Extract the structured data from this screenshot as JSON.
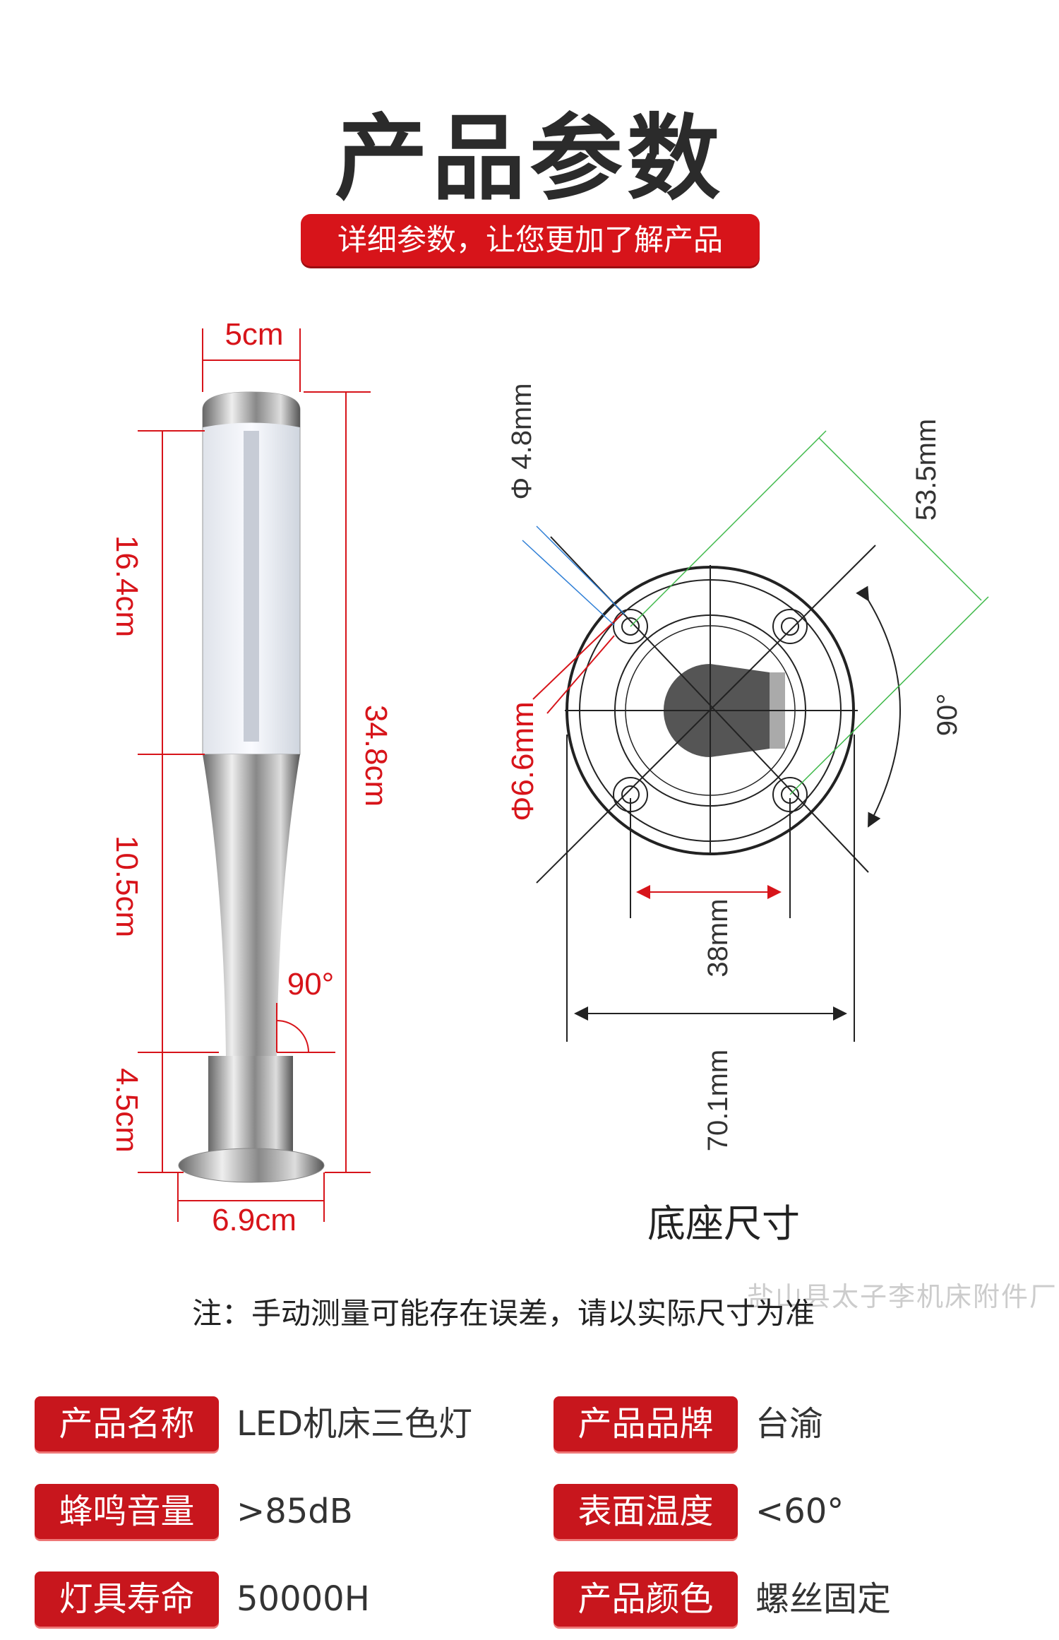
{
  "header": {
    "title": "产品参数",
    "subtitle": "详细参数，让您更加了解产品"
  },
  "lamp_dims": {
    "width_top": "5cm",
    "h1": "16.4cm",
    "h2": "10.5cm",
    "h3": "4.5cm",
    "total": "34.8cm",
    "angle": "90°",
    "base_width": "6.9cm"
  },
  "base_dims": {
    "hole_small": "Φ 4.8mm",
    "hole_large": "Φ6.6mm",
    "diag": "53.5mm",
    "angle": "90°",
    "hole_spacing": "38mm",
    "diameter": "70.1mm",
    "caption": "底座尺寸"
  },
  "note": "注：手动测量可能存在误差，请以实际尺寸为准",
  "watermark": "盐山县太子李机床附件厂",
  "specs": [
    {
      "label": "产品名称",
      "value": "LED机床三色灯"
    },
    {
      "label": "产品品牌",
      "value": "台渝"
    },
    {
      "label": "蜂鸣音量",
      "value": ">85dB"
    },
    {
      "label": "表面温度",
      "value": "<60°"
    },
    {
      "label": "灯具寿命",
      "value": "50000H"
    },
    {
      "label": "产品颜色",
      "value": "螺丝固定"
    }
  ],
  "colors": {
    "accent": "#d7141a",
    "green": "#3fb94a",
    "blue": "#2f7fd6"
  }
}
